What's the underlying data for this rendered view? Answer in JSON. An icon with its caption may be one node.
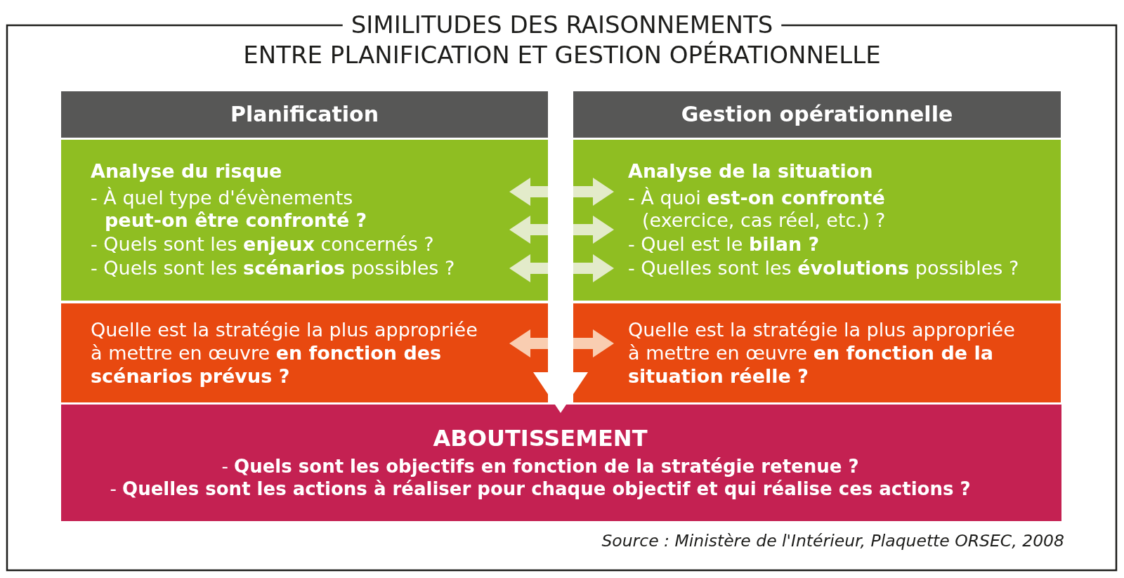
{
  "diagram": {
    "title": "SIMILITUDES DES RAISONNEMENTS ENTRE PLANIFICATION ET GESTION OPÉRATIONNELLE",
    "caption": "Source : Ministère de l'Intérieur, Plaquette ORSEC, 2008",
    "nodes": [
      {
        "text": [
          "Planification"
        ]
      },
      {
        "text": [
          "Gestion opérationnelle"
        ]
      },
      {
        "text": [
          "Analyse du risque",
          "- À quel type d'évènements **peut-on être confronté ?**",
          "- Quels sont les **enjeux** concernés ?",
          "- Quels sont les **scénarios** possibles ?"
        ]
      },
      {
        "text": [
          "Analyse de la situation",
          "- À quoi **est-on confronté** (exercice, cas réel, etc.) ?",
          "- Quel est le **bilan ?**",
          "- Quelles sont les **évolutions** possibles ?"
        ]
      },
      {
        "text": [
          "Quelle est la stratégie la plus appropriée à mettre en œuvre **en fonction des scénarios prévus ?**"
        ]
      },
      {
        "text": [
          "Quelle est la stratégie la plus appropriée à mettre en œuvre **en fonction de la situation réelle ?**"
        ]
      },
      {
        "text": [
          "ABOUTISSEMENT",
          "- **Quels sont les objectifs en fonction de la stratégie retenue ?**",
          "- **Quelles sont les actions à réaliser pour chaque objectif et qui réalise ces actions ?**"
        ]
      }
    ],
    "edges": [
      {
        "from": 2,
        "to": 3,
        "arrow": "both"
      },
      {
        "from": 2,
        "to": 3,
        "arrow": "both"
      },
      {
        "from": 2,
        "to": 3,
        "arrow": "both"
      },
      {
        "from": 4,
        "to": 5,
        "arrow": "both",
        "color": "#f9cdb1"
      },
      {
        "from": null,
        "to": 6,
        "arrow": "to",
        "style": "thick",
        "color": "#ffffff"
      }
    ]
  }
}
